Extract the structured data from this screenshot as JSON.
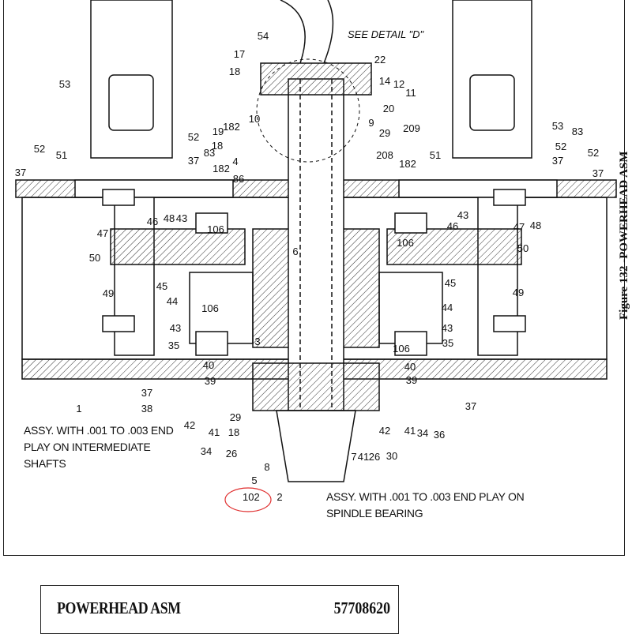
{
  "figure_caption": "Figure 132 -POWERHEAD ASM",
  "title_block": {
    "name": "POWERHEAD ASM",
    "part_number": "57708620"
  },
  "notes": {
    "intermediate": [
      "ASSY. WITH .001 TO .003 END",
      "PLAY ON INTERMEDIATE",
      "SHAFTS"
    ],
    "spindle": [
      "ASSY. WITH .001 TO .003 END PLAY ON",
      "SPINDLE BEARING"
    ]
  },
  "detail_note": "SEE DETAIL \"D\"",
  "highlighted_callout": "102",
  "highlight_color": "#e03030",
  "callouts": [
    "54",
    "17",
    "18",
    "22",
    "14",
    "12",
    "11",
    "53",
    "10",
    "20",
    "9",
    "182",
    "19",
    "18",
    "29",
    "209",
    "53",
    "83",
    "52",
    "52",
    "52",
    "51",
    "37",
    "83",
    "37",
    "52",
    "37",
    "4",
    "208",
    "182",
    "51",
    "37",
    "182",
    "86",
    "47",
    "46",
    "48",
    "43",
    "106",
    "43",
    "46",
    "106",
    "47",
    "48",
    "50",
    "50",
    "6",
    "45",
    "45",
    "44",
    "44",
    "49",
    "49",
    "106",
    "43",
    "35",
    "3",
    "106",
    "43",
    "35",
    "40",
    "39",
    "40",
    "39",
    "1",
    "37",
    "38",
    "37",
    "29",
    "18",
    "42",
    "41",
    "34",
    "26",
    "42",
    "41",
    "34",
    "36",
    "7",
    "41",
    "26",
    "30",
    "8",
    "5",
    "2"
  ]
}
